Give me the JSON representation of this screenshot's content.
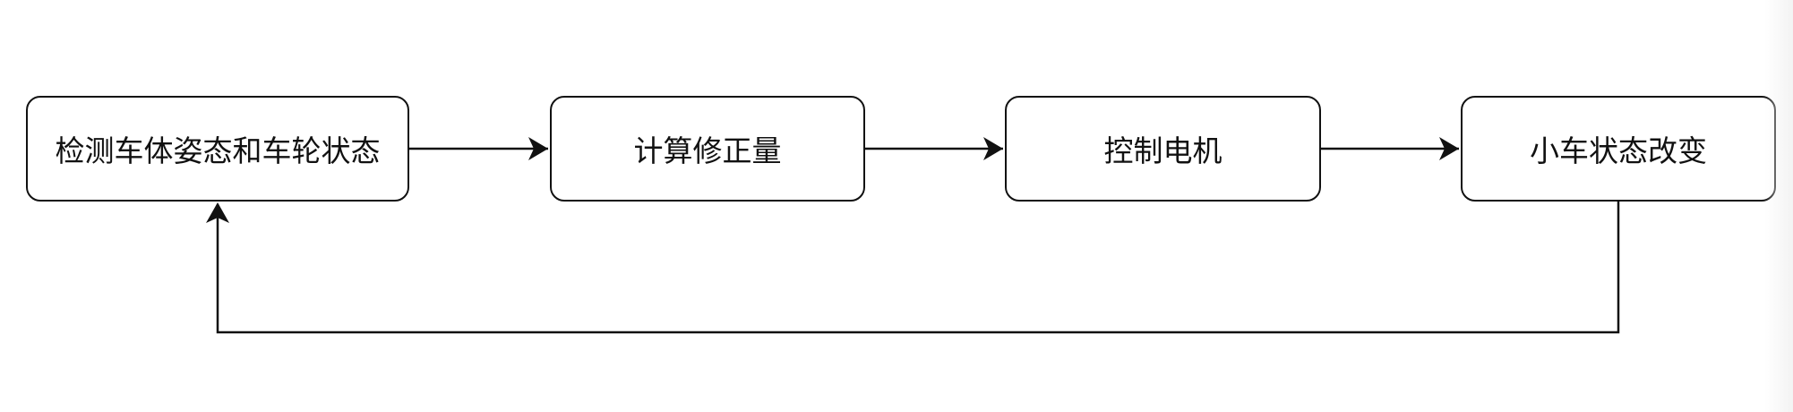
{
  "diagram": {
    "nodes": [
      {
        "id": "detect",
        "label": "检测车体姿态和车轮状态"
      },
      {
        "id": "compute",
        "label": "计算修正量"
      },
      {
        "id": "control",
        "label": "控制电机"
      },
      {
        "id": "change",
        "label": "小车状态改变"
      }
    ],
    "edges": [
      {
        "from": "detect",
        "to": "compute"
      },
      {
        "from": "compute",
        "to": "control"
      },
      {
        "from": "control",
        "to": "change"
      },
      {
        "from": "change",
        "to": "detect",
        "kind": "feedback"
      }
    ],
    "colors": {
      "stroke": "#111111",
      "background": "#ffffff"
    }
  }
}
